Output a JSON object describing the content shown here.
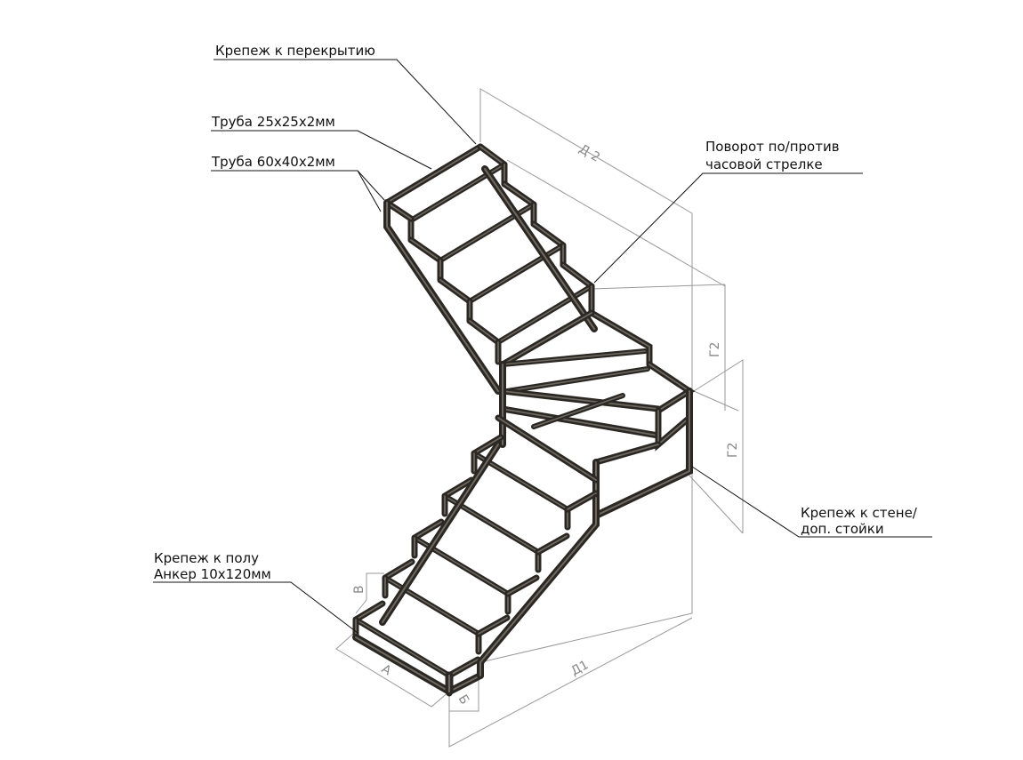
{
  "callouts": {
    "ceiling_mount": "Крепеж к перекрытию",
    "tube_small": "Труба 25х25х2мм",
    "tube_large": "Труба 60х40х2мм",
    "turn_line1": "Поворот по/против",
    "turn_line2": "часовой стрелке",
    "wall_mount_line1": "Крепеж к стене/",
    "wall_mount_line2": "доп. стойки",
    "floor_mount_line1": "Крепеж к полу",
    "floor_mount_line2": "Анкер 10х120мм"
  },
  "dimensions": {
    "d2": "Д 2",
    "g2_upper": "Г2",
    "g2_lower": "Г2",
    "d1": "Д1",
    "a": "А",
    "b": "Б",
    "v": "В"
  },
  "colors": {
    "frame": "#2b2824",
    "dimension": "#999999"
  }
}
